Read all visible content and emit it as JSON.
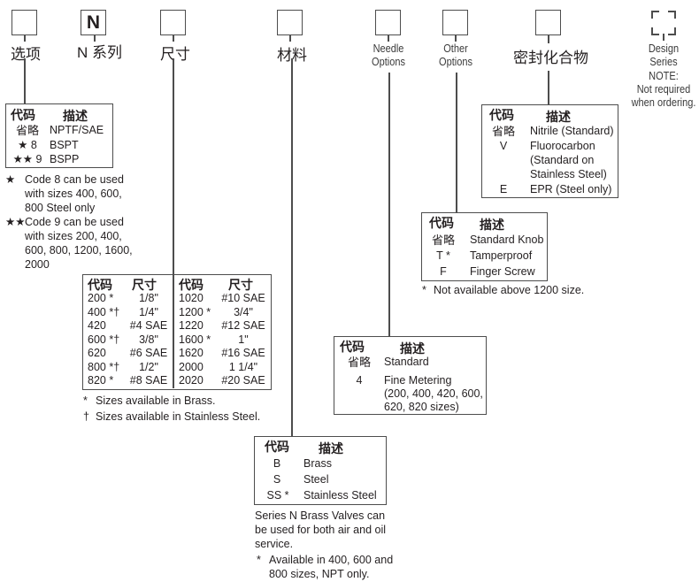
{
  "header": {
    "options": {
      "label": "选项",
      "box": ""
    },
    "series": {
      "label": "N 系列",
      "box": "N"
    },
    "size": {
      "label": "尺寸",
      "box": ""
    },
    "material": {
      "label": "材料",
      "box": ""
    },
    "needle_options": {
      "label_line1": "Needle",
      "label_line2": "Options",
      "box": ""
    },
    "other_options": {
      "label_line1": "Other",
      "label_line2": "Options",
      "box": ""
    },
    "seal_compound": {
      "label": "密封化合物",
      "box": ""
    },
    "design_series": {
      "label_line1": "Design",
      "label_line2": "Series",
      "note_title": "NOTE:",
      "note_line1": "Not required",
      "note_line2": "when ordering."
    }
  },
  "options_table": {
    "col_code": "代码",
    "col_desc": "描述",
    "rows": [
      {
        "code": "省略",
        "desc": "NPTF/SAE"
      },
      {
        "code": "★ 8",
        "desc": "BSPT"
      },
      {
        "code": "★★ 9",
        "desc": "BSPP"
      }
    ],
    "notes": [
      {
        "mark": "★",
        "lines": [
          "Code 8 can be used",
          "with sizes 400, 600,",
          "800 Steel only"
        ]
      },
      {
        "mark": "★★",
        "lines": [
          "Code 9 can be used",
          "with sizes 200, 400,",
          "600, 800, 1200, 1600,",
          "2000"
        ]
      }
    ]
  },
  "size_table": {
    "col_code": "代码",
    "col_size": "尺寸",
    "left_rows": [
      {
        "code": "200 *",
        "size": "1/8\""
      },
      {
        "code": "400 *†",
        "size": "1/4\""
      },
      {
        "code": "420",
        "size": "#4 SAE"
      },
      {
        "code": "600 *†",
        "size": "3/8\""
      },
      {
        "code": "620",
        "size": "#6 SAE"
      },
      {
        "code": "800 *†",
        "size": "1/2\""
      },
      {
        "code": "820 *",
        "size": "#8 SAE"
      }
    ],
    "right_rows": [
      {
        "code": "1020",
        "size": "#10 SAE"
      },
      {
        "code": "1200 *",
        "size": "3/4\""
      },
      {
        "code": "1220",
        "size": "#12 SAE"
      },
      {
        "code": "1600 *",
        "size": "1\""
      },
      {
        "code": "1620",
        "size": "#16 SAE"
      },
      {
        "code": "2000",
        "size": "1 1/4\""
      },
      {
        "code": "2020",
        "size": "#20 SAE"
      }
    ],
    "notes": [
      {
        "mark": "*",
        "text": "Sizes available in Brass."
      },
      {
        "mark": "†",
        "text": "Sizes available in Stainless Steel."
      }
    ]
  },
  "material_table": {
    "col_code": "代码",
    "col_desc": "描述",
    "rows": [
      {
        "code": "B",
        "desc": "Brass"
      },
      {
        "code": "S",
        "desc": "Steel"
      },
      {
        "code": "SS *",
        "desc": "Stainless Steel"
      }
    ],
    "note_lines": [
      "Series N Brass Valves can",
      "be used for both air and oil",
      "service."
    ],
    "footnote": {
      "mark": "*",
      "lines": [
        "Available in 400, 600 and",
        "800 sizes, NPT only."
      ]
    }
  },
  "needle_table": {
    "col_code": "代码",
    "col_desc": "描述",
    "rows": [
      {
        "code": "省略",
        "desc_lines": [
          "Standard"
        ]
      },
      {
        "code": "4",
        "desc_lines": [
          "Fine Metering",
          "(200, 400, 420, 600,",
          "620, 820 sizes)"
        ]
      }
    ]
  },
  "other_table": {
    "col_code": "代码",
    "col_desc": "描述",
    "rows": [
      {
        "code": "省略",
        "desc": "Standard Knob"
      },
      {
        "code": "T *",
        "desc": "Tamperproof"
      },
      {
        "code": "F",
        "desc": "Finger Screw"
      }
    ],
    "footnote": {
      "mark": "*",
      "text": "Not available above 1200 size."
    }
  },
  "seal_table": {
    "col_code": "代码",
    "col_desc": "描述",
    "rows": [
      {
        "code": "省略",
        "desc_lines": [
          "Nitrile (Standard)"
        ]
      },
      {
        "code": "V",
        "desc_lines": [
          "Fluorocarbon",
          "(Standard on",
          "Stainless Steel)"
        ]
      },
      {
        "code": "E",
        "desc_lines": [
          "EPR (Steel only)"
        ]
      }
    ]
  }
}
